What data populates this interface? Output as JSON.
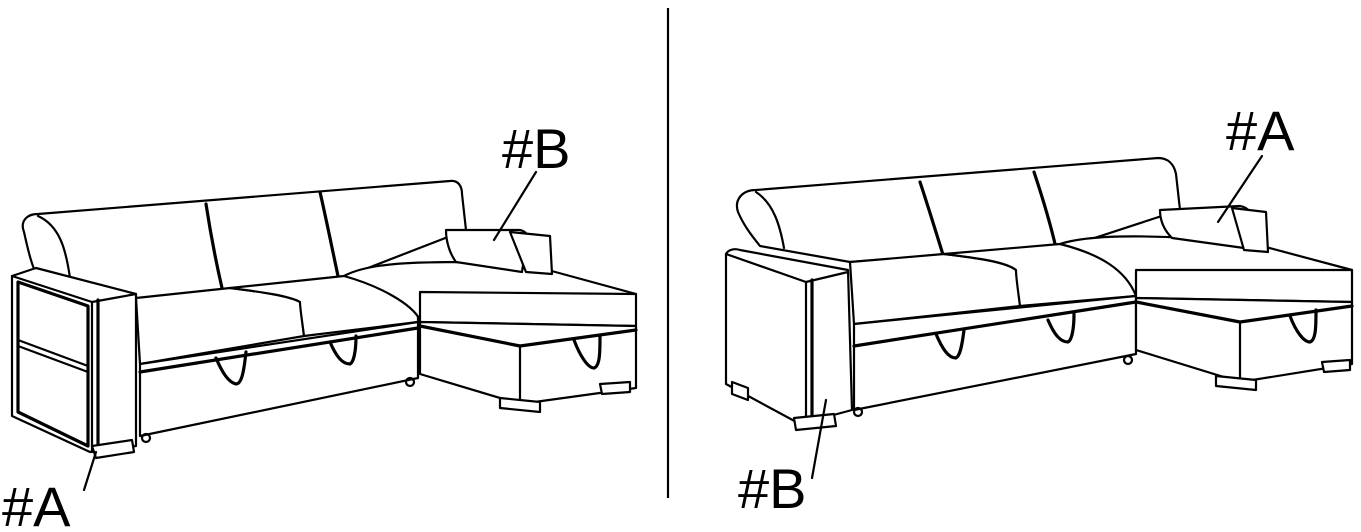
{
  "labels": {
    "left_arm_label": "#A",
    "left_chaise_label": "#B",
    "right_arm_label": "#B",
    "right_chaise_label": "#A"
  },
  "colors": {
    "line": "#000000",
    "background": "#ffffff"
  }
}
